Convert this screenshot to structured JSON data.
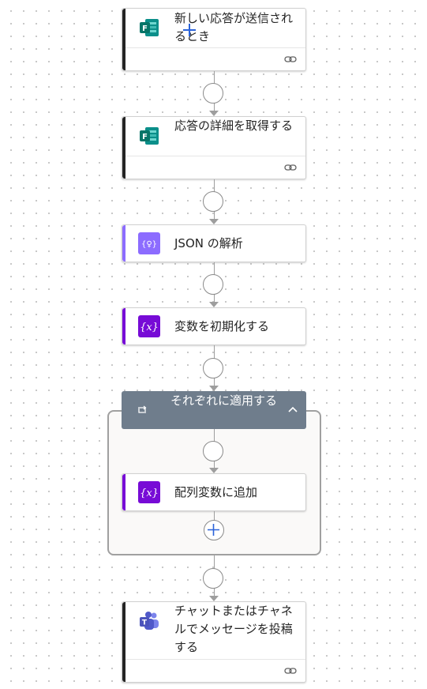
{
  "steps": [
    {
      "title": "新しい応答が送信されるとき",
      "icon": "forms-icon"
    },
    {
      "title": "応答の詳細を取得する",
      "icon": "forms-icon"
    },
    {
      "title": "JSON の解析",
      "icon": "data-operation-icon"
    },
    {
      "title": "変数を初期化する",
      "icon": "variable-icon"
    },
    {
      "title": "それぞれに適用する",
      "icon": "loop-icon"
    },
    {
      "title": "配列変数に追加",
      "icon": "variable-icon"
    },
    {
      "title": "チャットまたはチャネルでメッセージを投稿する",
      "icon": "teams-icon"
    }
  ],
  "colors": {
    "forms_bar": "#242424",
    "parse_json_bar": "#8c6cff",
    "variable_bar": "#770bd6",
    "scope_header": "#6f7d8c",
    "teams_bar": "#242424"
  }
}
